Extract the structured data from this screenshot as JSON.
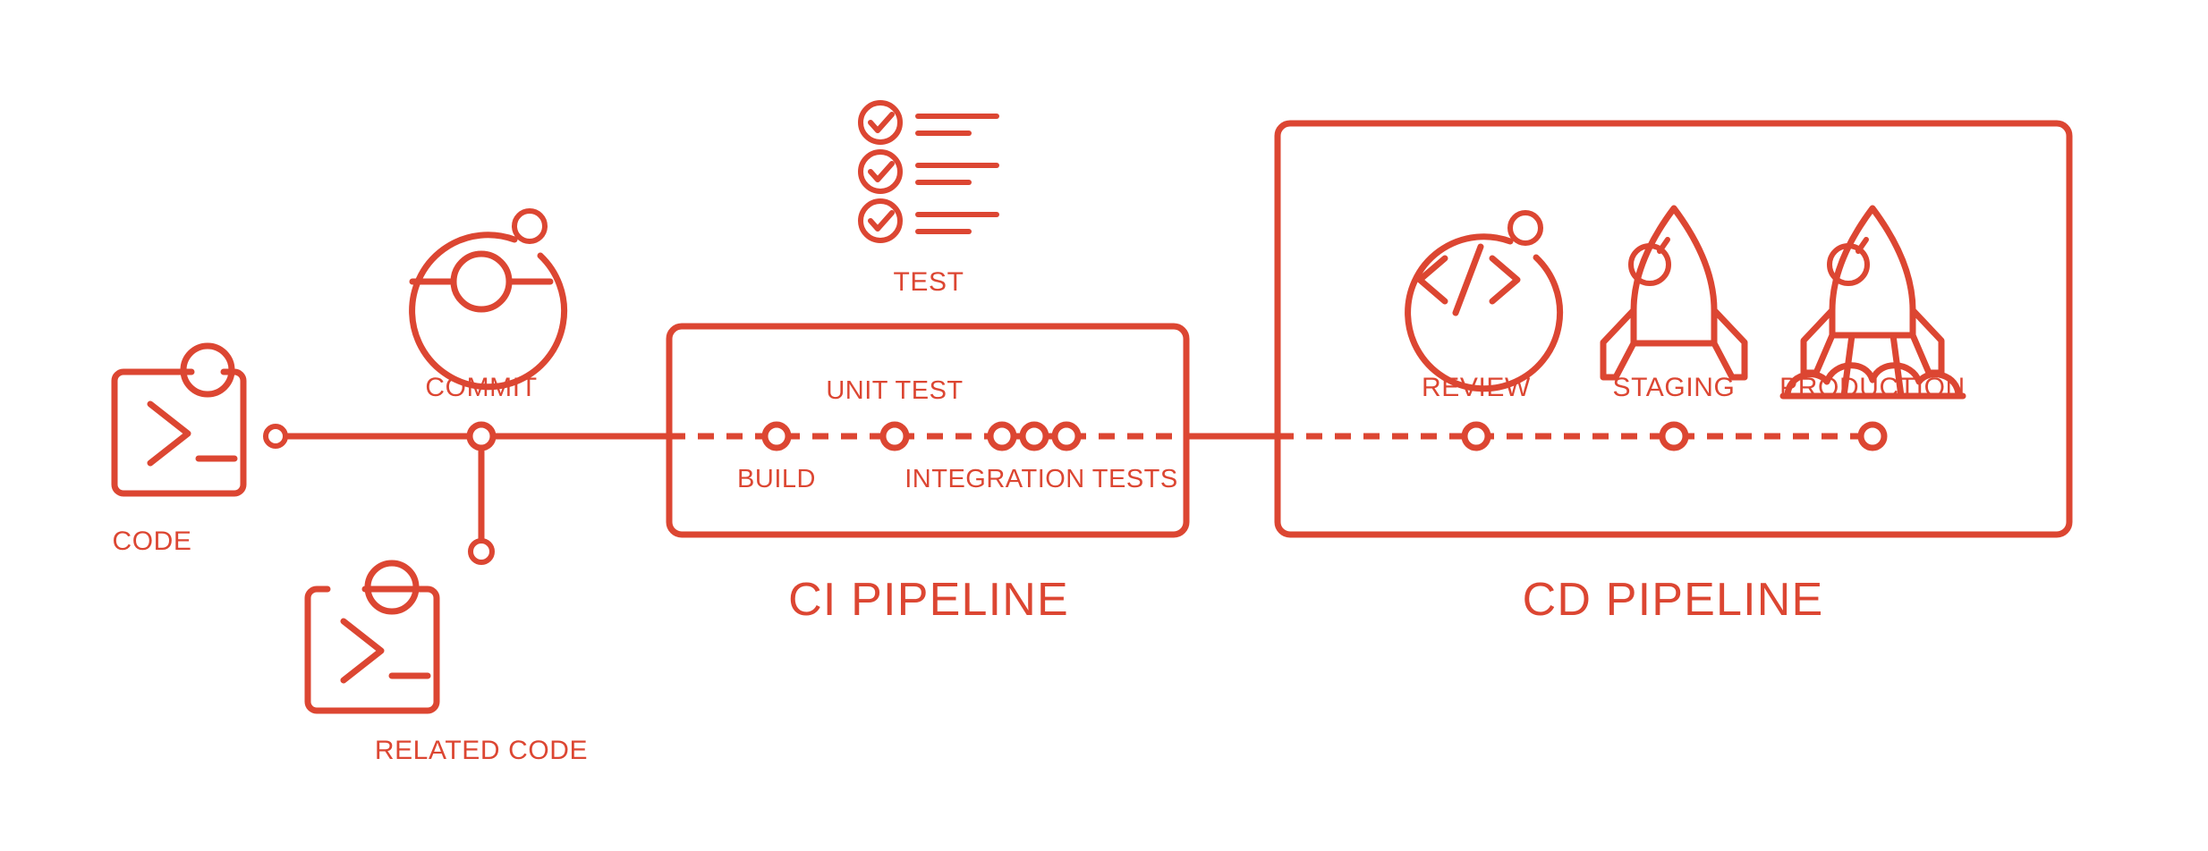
{
  "theme": {
    "accent": "#DC4632",
    "background": "#FFFFFF"
  },
  "diagram": {
    "kind": "ci-cd-pipeline-flow",
    "stages": {
      "code": {
        "label": "CODE",
        "icon": "terminal-code-icon"
      },
      "commit": {
        "label": "COMMIT",
        "icon": "commit-node-icon"
      },
      "related_code": {
        "label": "RELATED CODE",
        "icon": "terminal-code-icon"
      },
      "test": {
        "label": "TEST",
        "icon": "checklist-icon"
      }
    },
    "ci_pipeline": {
      "title": "CI PIPELINE",
      "above_label": "UNIT TEST",
      "below_labels": {
        "build": "BUILD",
        "integration": "INTEGRATION TESTS"
      }
    },
    "cd_pipeline": {
      "title": "CD PIPELINE",
      "stages": [
        {
          "label": "REVIEW",
          "icon": "code-review-circle-icon"
        },
        {
          "label": "STAGING",
          "icon": "rocket-idle-icon"
        },
        {
          "label": "PRODUCTION",
          "icon": "rocket-launch-icon"
        }
      ]
    }
  }
}
